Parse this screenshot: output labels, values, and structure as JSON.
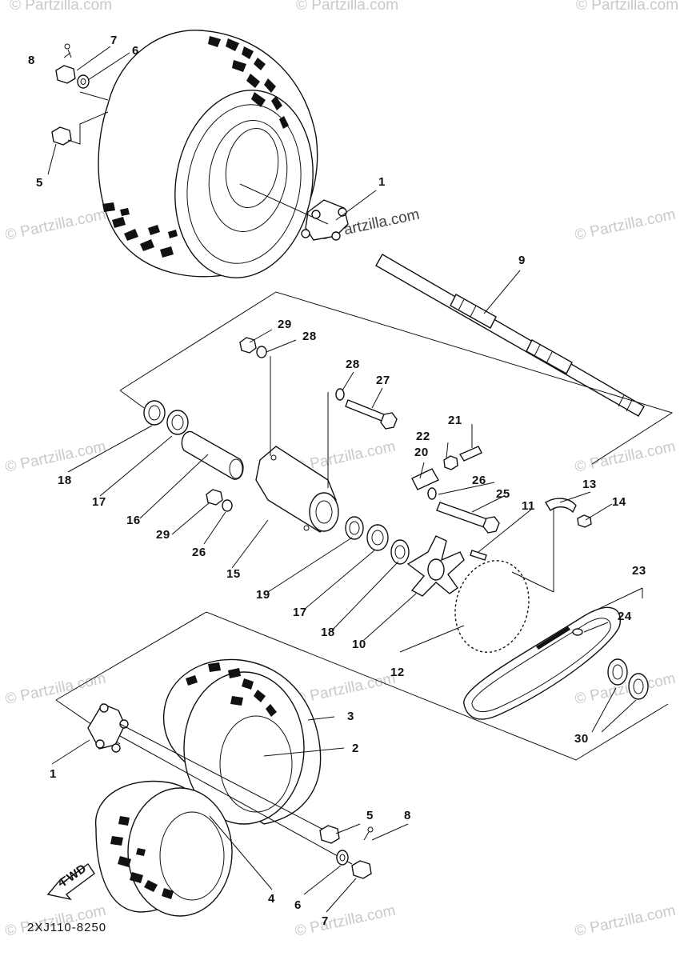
{
  "diagram": {
    "code": "2XJ110-8250",
    "fwd_label": "FWD",
    "labels": {
      "front_1": "1",
      "front_5": "5",
      "front_6": "6",
      "front_7": "7",
      "front_8": "8",
      "p9": "9",
      "p10": "10",
      "p11": "11",
      "p12": "12",
      "p13": "13",
      "p14": "14",
      "p15": "15",
      "p16": "16",
      "p17a": "17",
      "p17b": "17",
      "p18a": "18",
      "p18b": "18",
      "p19": "19",
      "p20": "20",
      "p21": "21",
      "p22": "22",
      "p23": "23",
      "p24": "24",
      "p25": "25",
      "p26a": "26",
      "p26b": "26",
      "p27": "27",
      "p28a": "28",
      "p28b": "28",
      "p29a": "29",
      "p29b": "29",
      "p30": "30",
      "rear_1": "1",
      "rear_2": "2",
      "rear_3": "3",
      "rear_4": "4",
      "rear_5": "5",
      "rear_6": "6",
      "rear_7": "7",
      "rear_8": "8"
    },
    "watermark": "© Partzilla.com"
  }
}
